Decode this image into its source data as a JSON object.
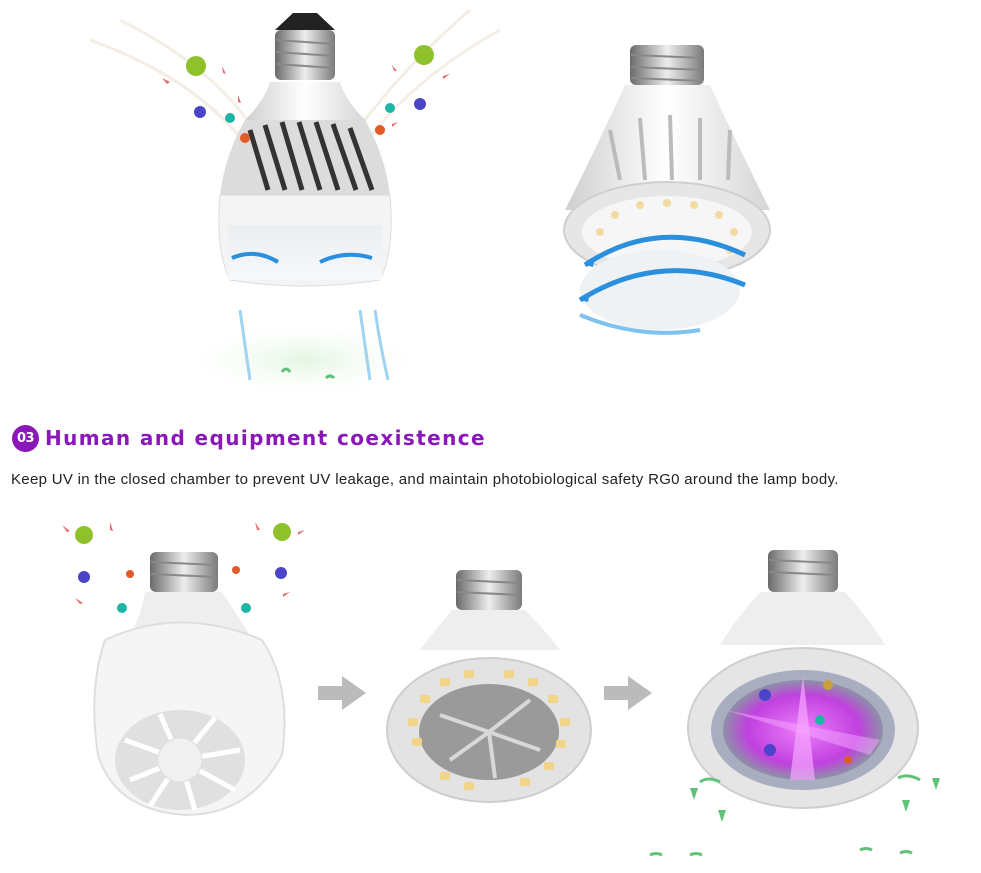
{
  "section": {
    "number": "03",
    "title": "Human and equipment coexistence",
    "description": "Keep UV in the closed chamber to prevent UV leakage, and maintain photobiological safety RG0 around the lamp body."
  },
  "colors": {
    "accent": "#8a17b8",
    "airflow": "#2a8fdc",
    "uv": "#d84be8",
    "virus_green": "#8fc22a",
    "virus_blue": "#4a45c8",
    "virus_red": "#e04a3a",
    "clean_air": "#5fc47a"
  },
  "icons": [
    "virus-icon",
    "arrow-right-icon",
    "airflow-arrow-icon",
    "leaf-icon"
  ]
}
